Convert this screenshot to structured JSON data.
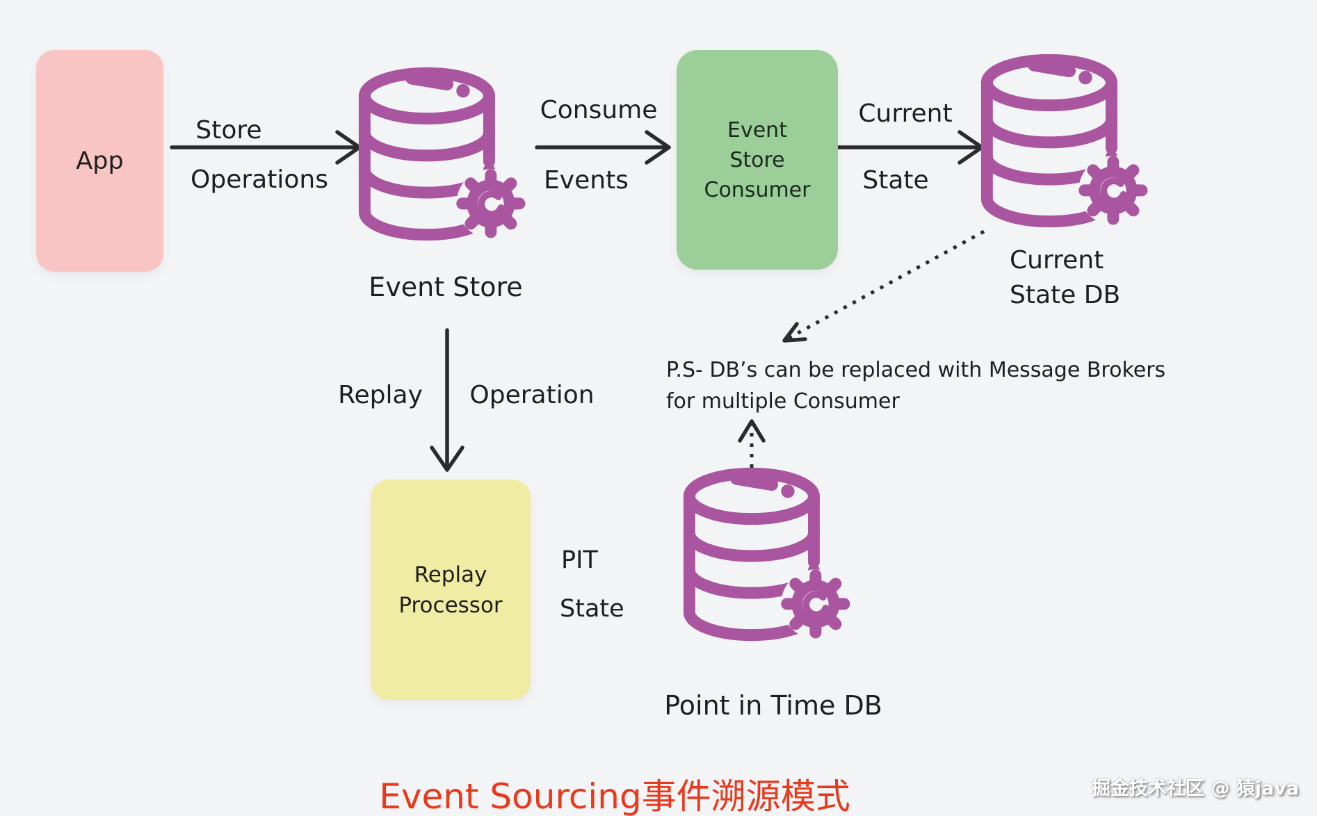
{
  "colors": {
    "background": "#f3f4f6",
    "app_pink": "#f9c5c4",
    "consumer_green": "#9bce99",
    "replay_yellow": "#f1eca3",
    "database_purple": "#a9559f",
    "text_ink": "#1e1e1e",
    "arrow_black": "#2b2b2b",
    "title_red": "#e8391d"
  },
  "icons": {
    "event_store": "database-gear-icon",
    "current_state_db": "database-gear-icon",
    "point_in_time_db": "database-gear-icon"
  },
  "nodes": {
    "app": {
      "label": "App"
    },
    "event_store": {
      "label": "Event Store"
    },
    "event_store_consumer": {
      "line1": "Event",
      "line2": "Store",
      "line3": "Consumer"
    },
    "current_state_db": {
      "line1": "Current",
      "line2": "State DB"
    },
    "replay_processor": {
      "line1": "Replay",
      "line2": "Processor"
    },
    "point_in_time_db": {
      "label": "Point in Time DB"
    }
  },
  "edges": {
    "store_operations": {
      "top": "Store",
      "bottom": "Operations"
    },
    "consume_events": {
      "top": "Consume",
      "bottom": "Events"
    },
    "current_state": {
      "top": "Current",
      "bottom": "State"
    },
    "replay_operation": {
      "left": "Replay",
      "right": "Operation"
    },
    "pit_state": {
      "top": "PIT",
      "bottom": "State"
    }
  },
  "note": {
    "line1": "P.S- DB’s can be replaced with Message Brokers",
    "line2": "for multiple Consumer"
  },
  "title": "Event Sourcing事件溯源模式",
  "watermark": "掘金技术社区 @ 猿java"
}
